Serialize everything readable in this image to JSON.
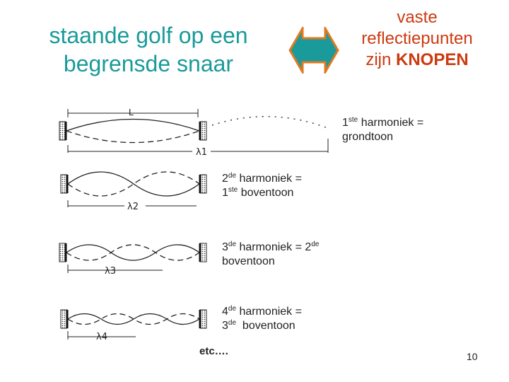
{
  "title": {
    "line1": "staande golf op een",
    "line2": "begrensde snaar"
  },
  "reflection": {
    "line1": "vaste",
    "line2": "reflectiepunten",
    "line3_pre": "zijn ",
    "line3_bold": "KNOPEN"
  },
  "diagram": {
    "length_label": "L",
    "lambda1": "λ1",
    "lambda2": "λ2",
    "lambda3": "λ3",
    "lambda4": "λ4"
  },
  "harmonics": [
    {
      "num": "1",
      "sup": "ste",
      "text": " harmoniek =",
      "line2": "grondtoon"
    },
    {
      "num": "2",
      "sup": "de",
      "text": " harmoniek =",
      "line2_num": "1",
      "line2_sup": "ste",
      "line2_text": " boventoon"
    },
    {
      "num": "3",
      "sup": "de",
      "text": " harmoniek = 2",
      "sup2": "de",
      "line2": "boventoon"
    },
    {
      "num": "4",
      "sup": "de",
      "text": " harmoniek =",
      "line2_num": "3",
      "line2_sup": "de",
      "line2_text": "  boventoon"
    }
  ],
  "etc": "etc….",
  "page_number": "10",
  "colors": {
    "title": "#1a9a9a",
    "accent": "#cc3a10",
    "arrow_fill": "#1a9a9a",
    "arrow_stroke": "#e07a20"
  },
  "icons": {
    "arrow": "double-headed-arrow-icon"
  }
}
